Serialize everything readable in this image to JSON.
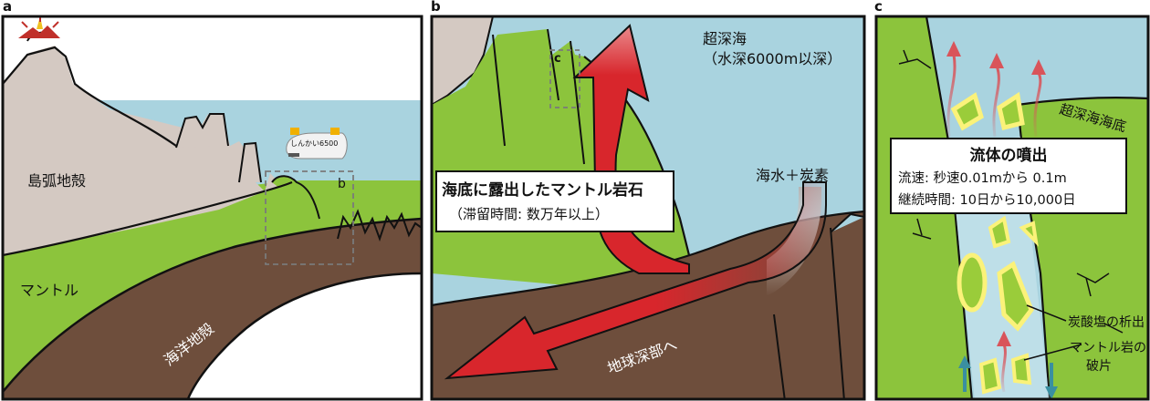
{
  "panels": {
    "a": {
      "letter": "a",
      "island_arc_crust": "島弧地殻",
      "mantle": "マントル",
      "oceanic_crust": "海洋地殻",
      "submersible": "しんかい6500",
      "inset_marker": "b"
    },
    "b": {
      "letter": "b",
      "hadal_title": "超深海",
      "hadal_depth": "（水深6000m以深）",
      "inset_marker": "c",
      "box_title": "海底に露出したマントル岩石",
      "box_sub": "（滞留時間: 数万年以上）",
      "seawater_carbon": "海水＋炭素",
      "to_deep_earth": "地球深部へ"
    },
    "c": {
      "letter": "c",
      "hadal_seafloor": "超深海海底",
      "fluid_title": "流体の噴出",
      "flow_speed": "流速: 秒速0.01mから 0.1m",
      "duration": "継続時間: 10日から10,000日",
      "carbonate": "炭酸塩の析出",
      "mantle_frag_1": "マントル岩の",
      "mantle_frag_2": "破片"
    }
  },
  "colors": {
    "sea": "#a9d3df",
    "mantle": "#8cc43c",
    "oceanic_crust": "#6e4e3c",
    "arc_crust": "#d4c9c2",
    "arrow_red": "#d8262c",
    "fluid_arrow": "#d9545a",
    "carbonate_yellow": "#fbf27a",
    "fragment": "#9acc3a",
    "up_arrow": "#3a8fa0"
  },
  "icons": [
    "volcano-icon",
    "submersible-icon"
  ]
}
